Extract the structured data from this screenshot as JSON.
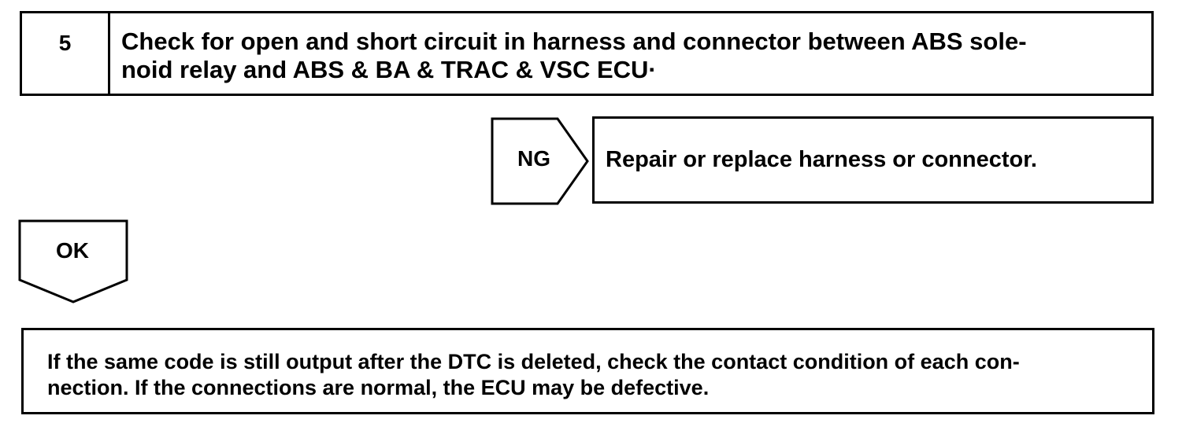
{
  "step": {
    "number": "5",
    "title_line1": "Check for open and short circuit in harness and connector between ABS sole-",
    "title_line2": "noid relay and ABS & BA & TRAC & VSC ECU·"
  },
  "ng": {
    "label": "NG",
    "action": "Repair or replace harness or connector."
  },
  "ok": {
    "label": "OK"
  },
  "note": {
    "line1": "If the same code is still output after the DTC is deleted, check the contact condition of each con-",
    "line2": "nection. If the connections are normal, the ECU may be defective."
  }
}
